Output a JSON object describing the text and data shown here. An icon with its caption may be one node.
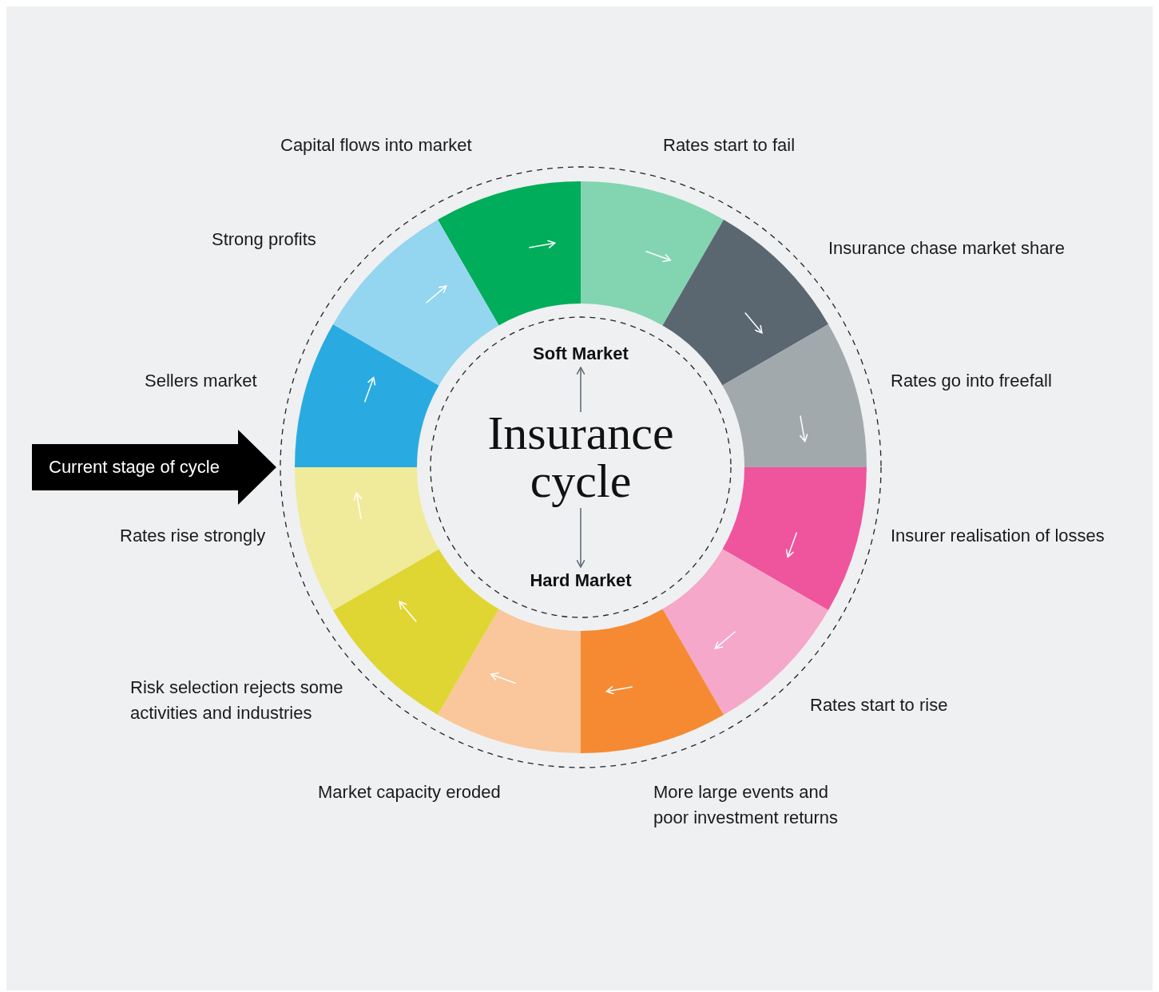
{
  "diagram": {
    "nodes": [
      {
        "text": [],
        "shape": "sector",
        "beside": [
          "Capital flows into market"
        ]
      },
      {
        "text": [],
        "shape": "sector",
        "beside": [
          "Rates start to fail"
        ]
      },
      {
        "text": [],
        "shape": "sector",
        "beside": [
          "Insurance chase market share"
        ]
      },
      {
        "text": [],
        "shape": "sector",
        "beside": [
          "Rates go into freefall"
        ]
      },
      {
        "text": [],
        "shape": "sector",
        "beside": [
          "Insurer realisation of losses"
        ]
      },
      {
        "text": [],
        "shape": "sector",
        "beside": [
          "Rates start to rise"
        ]
      },
      {
        "text": [],
        "shape": "sector",
        "beside": [
          "More large events and poor investment returns"
        ]
      },
      {
        "text": [],
        "shape": "sector",
        "beside": [
          "Market capacity eroded"
        ]
      },
      {
        "text": [],
        "shape": "sector",
        "beside": [
          "Risk selection rejects some activities and industries"
        ]
      },
      {
        "text": [],
        "shape": "sector",
        "beside": [
          "Rates rise strongly"
        ]
      },
      {
        "text": [],
        "shape": "sector",
        "beside": [
          "Sellers market"
        ]
      },
      {
        "text": [],
        "shape": "sector",
        "beside": [
          "Strong profits"
        ]
      },
      {
        "text": [
          "Current stage of cycle"
        ]
      },
      {
        "text": [
          "Soft Market"
        ]
      },
      {
        "text": [
          "Insurance cycle"
        ]
      },
      {
        "text": [
          "Hard Market"
        ]
      }
    ],
    "edges": [
      {
        "from": 14,
        "to": 13,
        "arrow": "to"
      },
      {
        "from": 14,
        "to": 15,
        "arrow": "to"
      }
    ]
  }
}
